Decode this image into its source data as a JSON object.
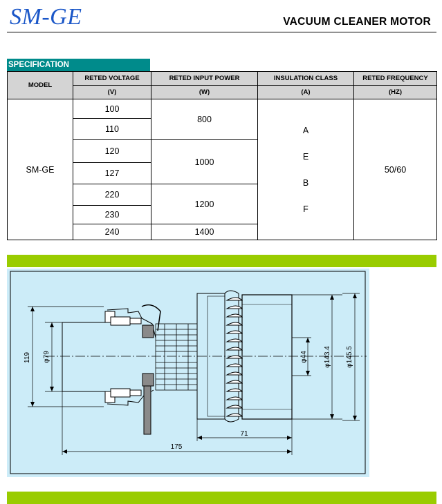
{
  "header": {
    "brand": "SM-GE",
    "title": "VACUUM CLEANER MOTOR"
  },
  "spec": {
    "section_label": "SPECIFICATION",
    "columns": [
      {
        "label": "MODEL",
        "unit": ""
      },
      {
        "label": "RETED VOLTAGE",
        "unit": "(V)"
      },
      {
        "label": "RETED INPUT POWER",
        "unit": "(W)"
      },
      {
        "label": "INSULATION CLASS",
        "unit": "(A)"
      },
      {
        "label": "RETED FREQUENCY",
        "unit": "(HZ)"
      }
    ],
    "model": "SM-GE",
    "voltages": [
      "100",
      "110",
      "120",
      "127",
      "220",
      "230",
      "240"
    ],
    "powers": [
      "800",
      "1000",
      "1200",
      "1400"
    ],
    "insulation_classes": [
      "A",
      "E",
      "B",
      "F"
    ],
    "frequency": "50/60"
  },
  "drawing": {
    "dimensions": {
      "height_119": "119",
      "dia_79": "φ79",
      "dia_44": "φ44",
      "dia_143_4": "φ143.4",
      "dia_145_5": "φ145.5",
      "length_71": "71",
      "length_175": "175"
    }
  },
  "colors": {
    "brand": "#1b57c8",
    "section_label_bg": "#008b8b",
    "header_cell_bg": "#d4d4d4",
    "accent_bar": "#99cc00",
    "drawing_bg": "#ccecf8"
  }
}
